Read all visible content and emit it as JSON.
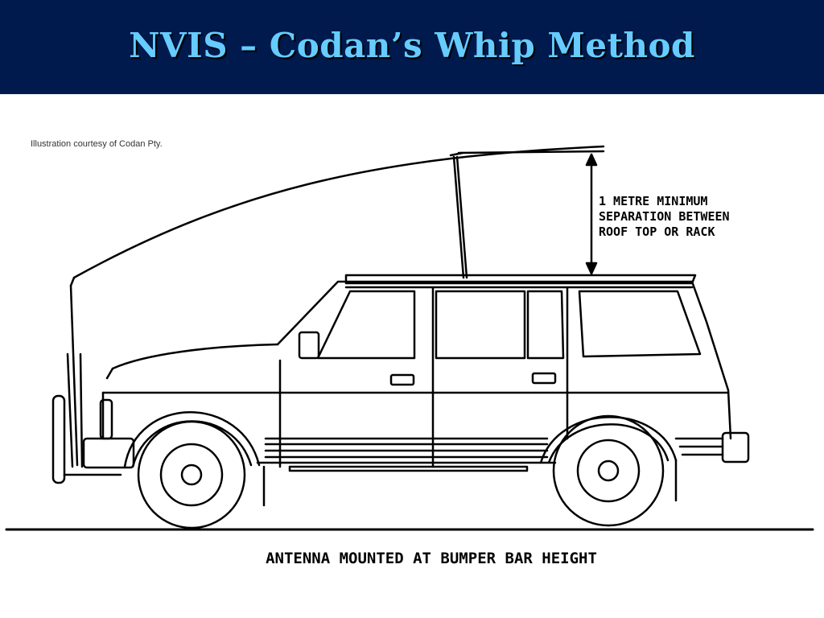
{
  "slide": {
    "title": "NVIS – Codan’s Whip Method",
    "credit": "Illustration courtesy of Codan Pty."
  },
  "diagram": {
    "separation_label": [
      "1 METRE MINIMUM",
      "SEPARATION BETWEEN",
      "ROOF TOP OR RACK"
    ],
    "caption": "ANTENNA MOUNTED AT BUMPER BAR HEIGHT"
  },
  "colors": {
    "header_bg": "#001a4d",
    "title": "#66ccff"
  }
}
